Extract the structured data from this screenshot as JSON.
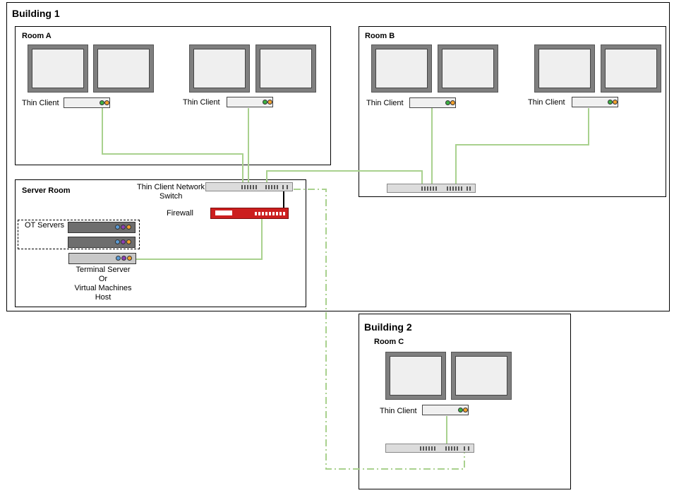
{
  "building1": {
    "title": "Building 1"
  },
  "building2": {
    "title": "Building 2"
  },
  "rooms": {
    "room_a": "Room A",
    "room_b": "Room B",
    "room_c": "Room C",
    "server_room": "Server Room"
  },
  "labels": {
    "thin_client": "Thin Client",
    "switch_line1": "Thin Client Network",
    "switch_line2": "Switch",
    "firewall": "Firewall",
    "ot_servers": "OT Servers",
    "terminal_line1": "Terminal Server",
    "terminal_line2": "Or",
    "terminal_line3": "Virtual Machines",
    "terminal_line4": "Host"
  },
  "colors": {
    "link": "#a9d18e",
    "uplink": "#000000",
    "firewall": "#cc1f1f",
    "led_green": "#3cb043",
    "led_orange": "#f2a02c",
    "led_blue": "#5b9bd5",
    "led_purple": "#8b3fb5"
  },
  "icons": {
    "monitor": "monitor-icon",
    "thin_client": "thin-client-icon",
    "switch": "network-switch-icon",
    "firewall": "firewall-icon",
    "server": "server-icon"
  }
}
